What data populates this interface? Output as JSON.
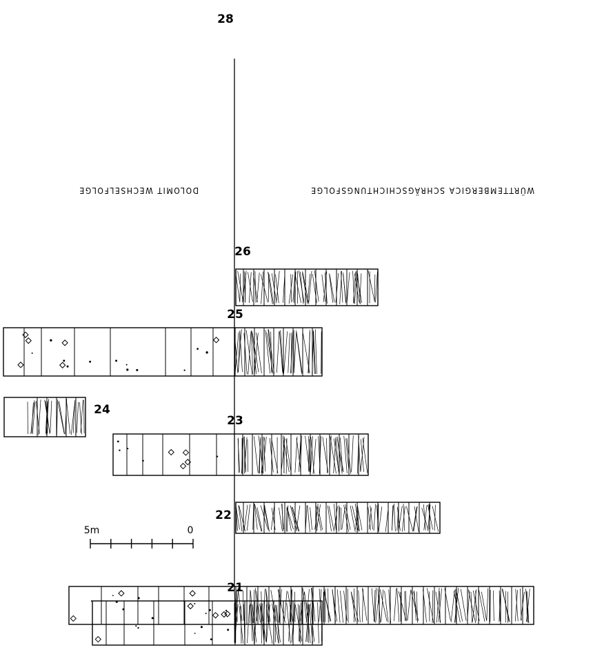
{
  "sections": [
    {
      "id": "28",
      "label": "28"
    },
    {
      "id": "26",
      "label": "26"
    },
    {
      "id": "25",
      "label": "25"
    },
    {
      "id": "24",
      "label": "24"
    },
    {
      "id": "23",
      "label": "23"
    },
    {
      "id": "22",
      "label": "22"
    },
    {
      "id": "21",
      "label": "21"
    }
  ],
  "units": {
    "right": "WÜRTTEMBERGICA SCHRÄGSCHICHTUNGSFOLGE",
    "left": "DOLOMIT WECHSELFOLGE"
  },
  "scale_bar": {
    "top_label": "5m",
    "bottom_label": "0",
    "ticks": 5
  },
  "orientation": "rotated-180"
}
